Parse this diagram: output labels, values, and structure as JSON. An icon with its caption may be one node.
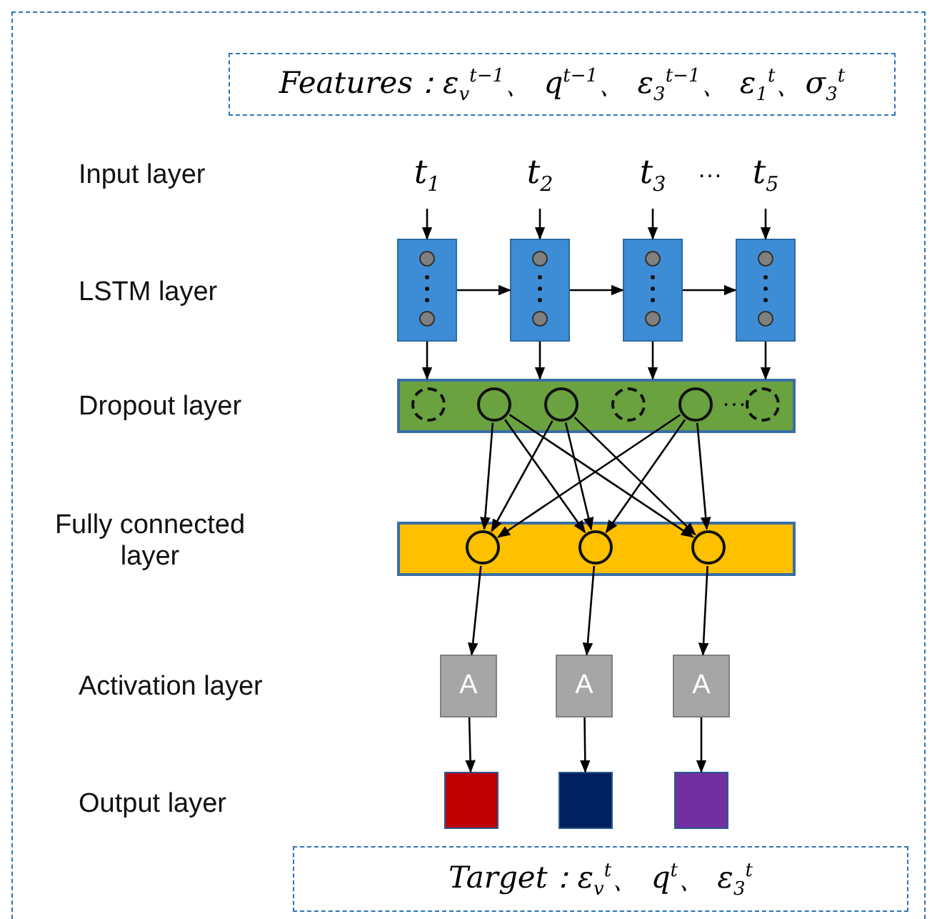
{
  "diagram": {
    "nodes": [
      {
        "text": [
          "Features：ε$_{v}$$^{t−1}$、 q$^{t−1}$、 ε$_{3}$$^{t−1}$、 ε$_{1}$$^{t}$、σ$_{3}$$^{t}$"
        ]
      },
      {
        "text": [
          "t$_{1}$"
        ]
      },
      {
        "text": [
          "t$_{2}$"
        ]
      },
      {
        "text": [
          "t$_{3}$"
        ]
      },
      {
        "text": [
          "t$_{5}$"
        ]
      },
      {
        "text": [],
        "shape": "box"
      },
      {
        "text": [],
        "shape": "box"
      },
      {
        "text": [],
        "shape": "box"
      },
      {
        "text": [],
        "shape": "box"
      },
      {
        "text": [],
        "shape": "bar"
      },
      {
        "text": [],
        "shape": "circle",
        "in": 9
      },
      {
        "text": [],
        "shape": "circle",
        "in": 9
      },
      {
        "text": [],
        "shape": "circle",
        "in": 9
      },
      {
        "text": [],
        "shape": "circle",
        "in": 9
      },
      {
        "text": [],
        "shape": "circle",
        "in": 9
      },
      {
        "text": [],
        "shape": "circle",
        "in": 9
      },
      {
        "text": [],
        "shape": "bar"
      },
      {
        "text": [],
        "shape": "circle",
        "in": 16
      },
      {
        "text": [],
        "shape": "circle",
        "in": 16
      },
      {
        "text": [],
        "shape": "circle",
        "in": 16
      },
      {
        "text": [
          "A"
        ]
      },
      {
        "text": [
          "A"
        ]
      },
      {
        "text": [
          "A"
        ]
      },
      {
        "text": [],
        "shape": "box"
      },
      {
        "text": [],
        "shape": "box"
      },
      {
        "text": [],
        "shape": "box"
      },
      {
        "text": [
          "Target：ε$_{v}$$^{t}$、 q$^{t}$、 ε$_{3}$$^{t}$"
        ]
      }
    ],
    "edges": [
      {
        "from": 1,
        "to": 5,
        "arrow": "to"
      },
      {
        "from": 2,
        "to": 6,
        "arrow": "to"
      },
      {
        "from": 3,
        "to": 7,
        "arrow": "to"
      },
      {
        "from": 4,
        "to": 8,
        "arrow": "to"
      },
      {
        "from": 5,
        "to": 6,
        "arrow": "to"
      },
      {
        "from": 6,
        "to": 7,
        "arrow": "to"
      },
      {
        "from": 7,
        "to": 8,
        "arrow": "to"
      },
      {
        "from": 5,
        "to": 9,
        "arrow": "to"
      },
      {
        "from": 6,
        "to": 9,
        "arrow": "to"
      },
      {
        "from": 7,
        "to": 9,
        "arrow": "to"
      },
      {
        "from": 8,
        "to": 9,
        "arrow": "to"
      },
      {
        "from": 11,
        "to": 17,
        "arrow": "to"
      },
      {
        "from": 11,
        "to": 18,
        "arrow": "to"
      },
      {
        "from": 11,
        "to": 19,
        "arrow": "to"
      },
      {
        "from": 12,
        "to": 17,
        "arrow": "to"
      },
      {
        "from": 12,
        "to": 18,
        "arrow": "to"
      },
      {
        "from": 12,
        "to": 19,
        "arrow": "to"
      },
      {
        "from": 14,
        "to": 17,
        "arrow": "to"
      },
      {
        "from": 14,
        "to": 18,
        "arrow": "to"
      },
      {
        "from": 14,
        "to": 19,
        "arrow": "to"
      },
      {
        "from": 17,
        "to": 20,
        "arrow": "to"
      },
      {
        "from": 18,
        "to": 21,
        "arrow": "to"
      },
      {
        "from": 19,
        "to": 22,
        "arrow": "to"
      },
      {
        "from": 20,
        "to": 23,
        "arrow": "to"
      },
      {
        "from": 21,
        "to": 24,
        "arrow": "to"
      },
      {
        "from": 22,
        "to": 25,
        "arrow": "to"
      }
    ],
    "labels": [
      "Input layer",
      "…",
      "LSTM layer",
      "Dropout layer",
      "…",
      "Fully connected layer",
      "Activation layer",
      "Output layer"
    ]
  }
}
